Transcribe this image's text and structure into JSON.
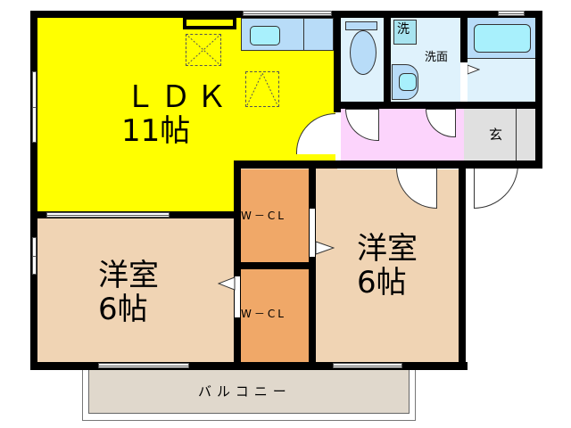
{
  "floorplan": {
    "rooms": {
      "ldk": {
        "name": "ＬＤＫ",
        "size": "11帖",
        "color": "#ffff00"
      },
      "western_left": {
        "name": "洋室",
        "size": "6帖",
        "color": "#f0d4b4"
      },
      "western_right": {
        "name": "洋室",
        "size": "6帖",
        "color": "#f0d4b4"
      },
      "wcl_upper": {
        "name": "W－CL",
        "color": "#f0a868"
      },
      "wcl_lower": {
        "name": "W－CL",
        "color": "#f0a868"
      },
      "washroom": {
        "name": "洗面",
        "color": "#dff2fc"
      },
      "washer": {
        "name": "洗"
      },
      "entrance": {
        "name": "玄",
        "color": "#e0e0e0"
      },
      "hallway": {
        "color": "#fcd4fc"
      },
      "toilet": {
        "color": "#dff2fc"
      },
      "bath": {
        "color": "#dff2fc"
      },
      "balcony": {
        "name": "バルコニー",
        "color": "#e0d8cc"
      }
    },
    "colors": {
      "wall": "#000000",
      "fixture_blue": "#b8dcf8",
      "fixture_cyan": "#a8f0fc"
    }
  }
}
